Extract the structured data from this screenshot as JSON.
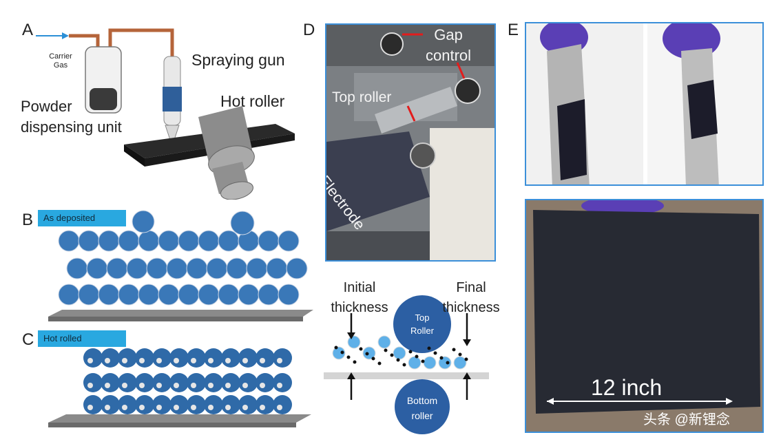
{
  "panels": {
    "a": "A",
    "b": "B",
    "c": "C",
    "d": "D",
    "e": "E"
  },
  "panel_a": {
    "carrier_gas_1": "Carrier",
    "carrier_gas_2": "Gas",
    "spraying_gun": "Spraying gun",
    "hot_roller": "Hot roller",
    "powder_1": "Powder",
    "powder_2": "dispensing unit"
  },
  "panel_b": {
    "tag": "As deposited"
  },
  "panel_c": {
    "tag": "Hot rolled"
  },
  "panel_d": {
    "gap_1": "Gap",
    "gap_2": "control",
    "top_roller": "Top roller",
    "electrode": "Electrode"
  },
  "panel_d_diagram": {
    "initial_1": "Initial",
    "initial_2": "thickness",
    "final_1": "Final",
    "final_2": "thickness",
    "top_roller_1": "Top",
    "top_roller_2": "Roller",
    "bottom_roller_1": "Bottom",
    "bottom_roller_2": "roller"
  },
  "panel_e": {
    "width_label": "12 inch"
  },
  "watermark": "头条 @新锂念",
  "colors": {
    "frame_blue": "#3b8fd9",
    "tag_blue": "#29a8e0",
    "particle_dark": "#2f6aa8",
    "roller_blue": "#2c5fa3"
  }
}
